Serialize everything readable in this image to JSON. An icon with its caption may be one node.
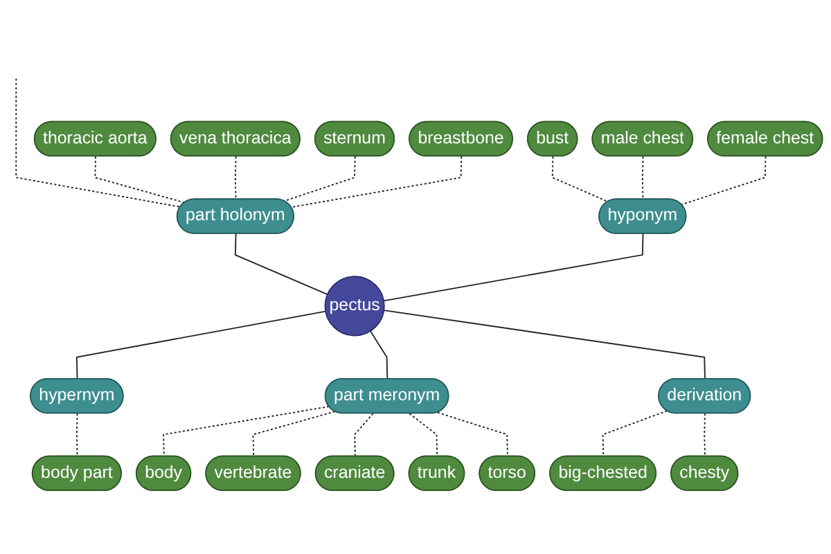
{
  "diagram": {
    "nodes": [
      {
        "text": [
          "thoracic aorta"
        ]
      },
      {
        "text": [
          "vena thoracica"
        ]
      },
      {
        "text": [
          "sternum"
        ]
      },
      {
        "text": [
          "breastbone"
        ]
      },
      {
        "text": [
          "part holonym"
        ]
      },
      {
        "text": [
          "bust"
        ]
      },
      {
        "text": [
          "male chest"
        ]
      },
      {
        "text": [
          "female chest"
        ]
      },
      {
        "text": [
          "hyponym"
        ]
      },
      {
        "text": [
          "pectus"
        ]
      },
      {
        "text": [
          "body"
        ]
      },
      {
        "text": [
          "hypernym"
        ]
      },
      {
        "text": [
          "vertebrate"
        ]
      },
      {
        "text": [
          "body part"
        ]
      },
      {
        "text": [
          "part meronym"
        ]
      },
      {
        "text": [
          "craniate"
        ]
      },
      {
        "text": [
          "derivation"
        ]
      },
      {
        "text": [
          "torso"
        ]
      },
      {
        "text": [
          "trunk"
        ]
      },
      {
        "text": [
          "chesty"
        ]
      },
      {
        "text": [
          "big-chested"
        ]
      }
    ],
    "edges": [
      {
        "from": 4,
        "to": 9,
        "arrow": "none"
      },
      {
        "from": 8,
        "to": 9,
        "arrow": "none"
      },
      {
        "from": 9,
        "to": 11,
        "arrow": "none"
      },
      {
        "from": 9,
        "to": 14,
        "arrow": "none"
      },
      {
        "from": 9,
        "to": 16,
        "arrow": "none"
      },
      {
        "from": null,
        "to": 4,
        "arrow": "none",
        "style": "dashed"
      },
      {
        "from": 0,
        "to": 4,
        "arrow": "none",
        "style": "dashed"
      },
      {
        "from": 1,
        "to": 4,
        "arrow": "none",
        "style": "dashed"
      },
      {
        "from": 2,
        "to": 4,
        "arrow": "none",
        "style": "dashed"
      },
      {
        "from": 3,
        "to": 4,
        "arrow": "none",
        "style": "dashed"
      },
      {
        "from": 5,
        "to": 8,
        "arrow": "none",
        "style": "dashed"
      },
      {
        "from": 6,
        "to": 8,
        "arrow": "none",
        "style": "dashed"
      },
      {
        "from": 7,
        "to": 8,
        "arrow": "none",
        "style": "dashed"
      },
      {
        "from": 11,
        "to": 13,
        "arrow": "none",
        "style": "dashed"
      },
      {
        "from": 14,
        "to": 10,
        "arrow": "none",
        "style": "dashed"
      },
      {
        "from": 14,
        "to": 12,
        "arrow": "none",
        "style": "dashed"
      },
      {
        "from": 14,
        "to": 15,
        "arrow": "none",
        "style": "dashed"
      },
      {
        "from": 14,
        "to": 18,
        "arrow": "none",
        "style": "dashed"
      },
      {
        "from": 14,
        "to": 17,
        "arrow": "none",
        "style": "dashed"
      },
      {
        "from": 16,
        "to": 20,
        "arrow": "none",
        "style": "dashed"
      },
      {
        "from": 16,
        "to": 19,
        "arrow": "none",
        "style": "dashed"
      }
    ]
  }
}
